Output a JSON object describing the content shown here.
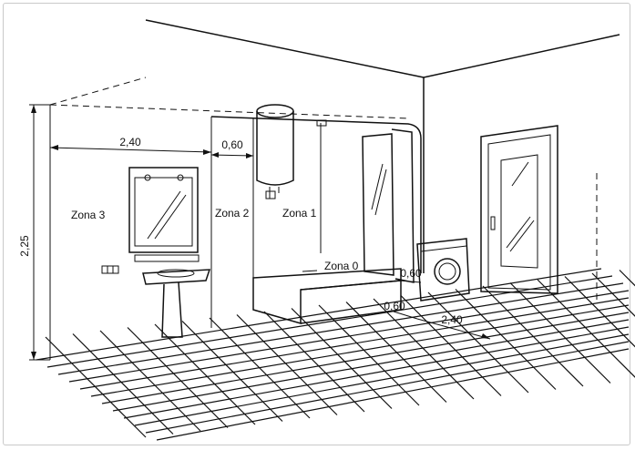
{
  "labels": {
    "zona3": "Zona 3",
    "zona2": "Zona 2",
    "zona1": "Zona 1",
    "zona0": "Zona 0"
  },
  "dimensions": {
    "height": "2,25",
    "width_left": "2,40",
    "width_mid": "0,60",
    "floor_small_top": "0,60",
    "floor_small": "0,60",
    "floor_long": "2,40"
  },
  "colors": {
    "line": "#111111",
    "frame": "#c9c9c9",
    "background": "#ffffff"
  },
  "icons": [
    "water-heater-icon",
    "sink-icon",
    "mirror-icon",
    "bathtub-icon",
    "shower-enclosure-icon",
    "washing-machine-icon",
    "door-icon",
    "outlet-icon"
  ]
}
